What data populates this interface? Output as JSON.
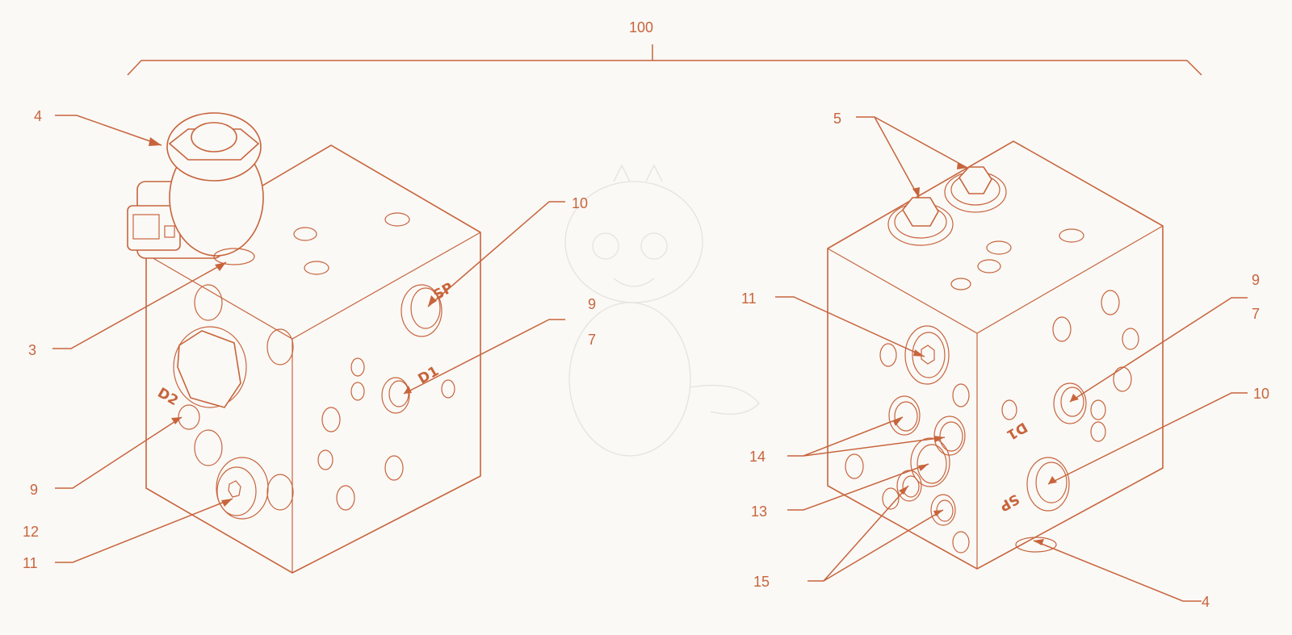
{
  "figure": {
    "assembly_number": "100",
    "accent_color": "#c8643c",
    "left_view": {
      "callouts": [
        "4",
        "3",
        "10",
        "9",
        "7",
        "9",
        "12",
        "11"
      ],
      "port_marks": [
        "SP",
        "D1",
        "D2"
      ]
    },
    "right_view": {
      "callouts": [
        "5",
        "11",
        "9",
        "7",
        "10",
        "14",
        "13",
        "15",
        "4"
      ],
      "port_marks": [
        "D1",
        "SP"
      ]
    }
  }
}
